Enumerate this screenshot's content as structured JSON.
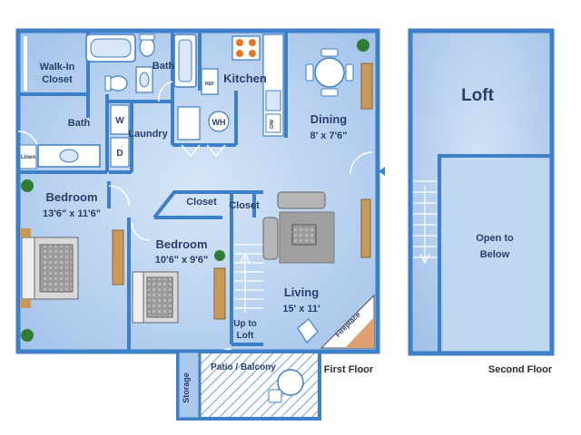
{
  "first_floor": {
    "caption": "First Floor",
    "rooms": {
      "walk_in_closet": {
        "line1": "Walk-In",
        "line2": "Closet"
      },
      "bath_upper": "Bath",
      "bath_lower": "Bath",
      "laundry": "Laundry",
      "kitchen": "Kitchen",
      "dining": {
        "name": "Dining",
        "dims": "8' x 7'6\""
      },
      "bedroom_master": {
        "name": "Bedroom",
        "dims": "13'6\" x 11'6\""
      },
      "bedroom_second": {
        "name": "Bedroom",
        "dims": "10'6\" x 9'6\""
      },
      "closet_1": "Closet",
      "closet_2": "Closet",
      "living": {
        "name": "Living",
        "dims": "15' x 11'"
      },
      "up_to_loft": {
        "line1": "Up to",
        "line2": "Loft"
      },
      "patio": "Patio / Balcony",
      "storage": "Storage",
      "linen": "Linen",
      "fireplace": "Fireplace"
    },
    "appliance_labels": {
      "washer": "W",
      "dryer": "D",
      "water_heater": "WH",
      "refrigerator": "REF",
      "dishwasher": "D/W"
    }
  },
  "second_floor": {
    "caption": "Second Floor",
    "loft": "Loft",
    "open_to_below": {
      "line1": "Open to",
      "line2": "Below"
    }
  },
  "colors": {
    "wall": "#3d7fc9",
    "floor": "#a9c8ec",
    "floor_light": "#c9ddf5",
    "label": "#2a3f6e"
  }
}
